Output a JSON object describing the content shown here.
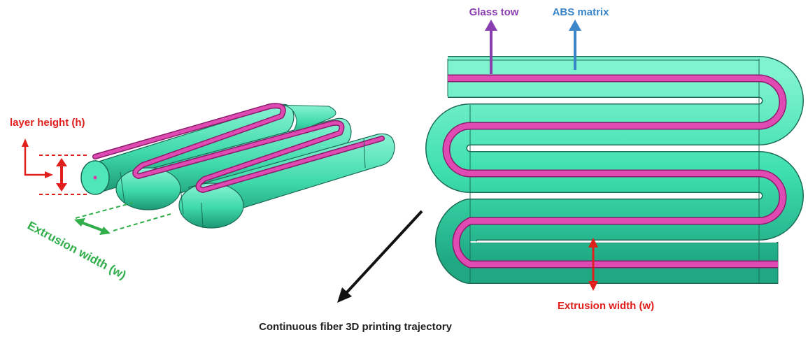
{
  "labels": {
    "glass_tow": "Glass tow",
    "abs_matrix": "ABS matrix",
    "layer_height": "layer height (h)",
    "extrusion_width_left": "Extrusion width (w)",
    "extrusion_width_right": "Extrusion width (w)",
    "caption": "Continuous fiber 3D printing trajectory"
  },
  "colors": {
    "matrix": "#3fe0b0",
    "matrix_edge": "#1b6b55",
    "fiber": "#d63aa8",
    "fiber_edge": "#8a1c6c",
    "glass_tow_label": "#8a3fb0",
    "abs_matrix_label": "#3a86c8",
    "dimension_red": "#e0201c",
    "dimension_green": "#2fae4a",
    "caption_text": "#222222"
  }
}
